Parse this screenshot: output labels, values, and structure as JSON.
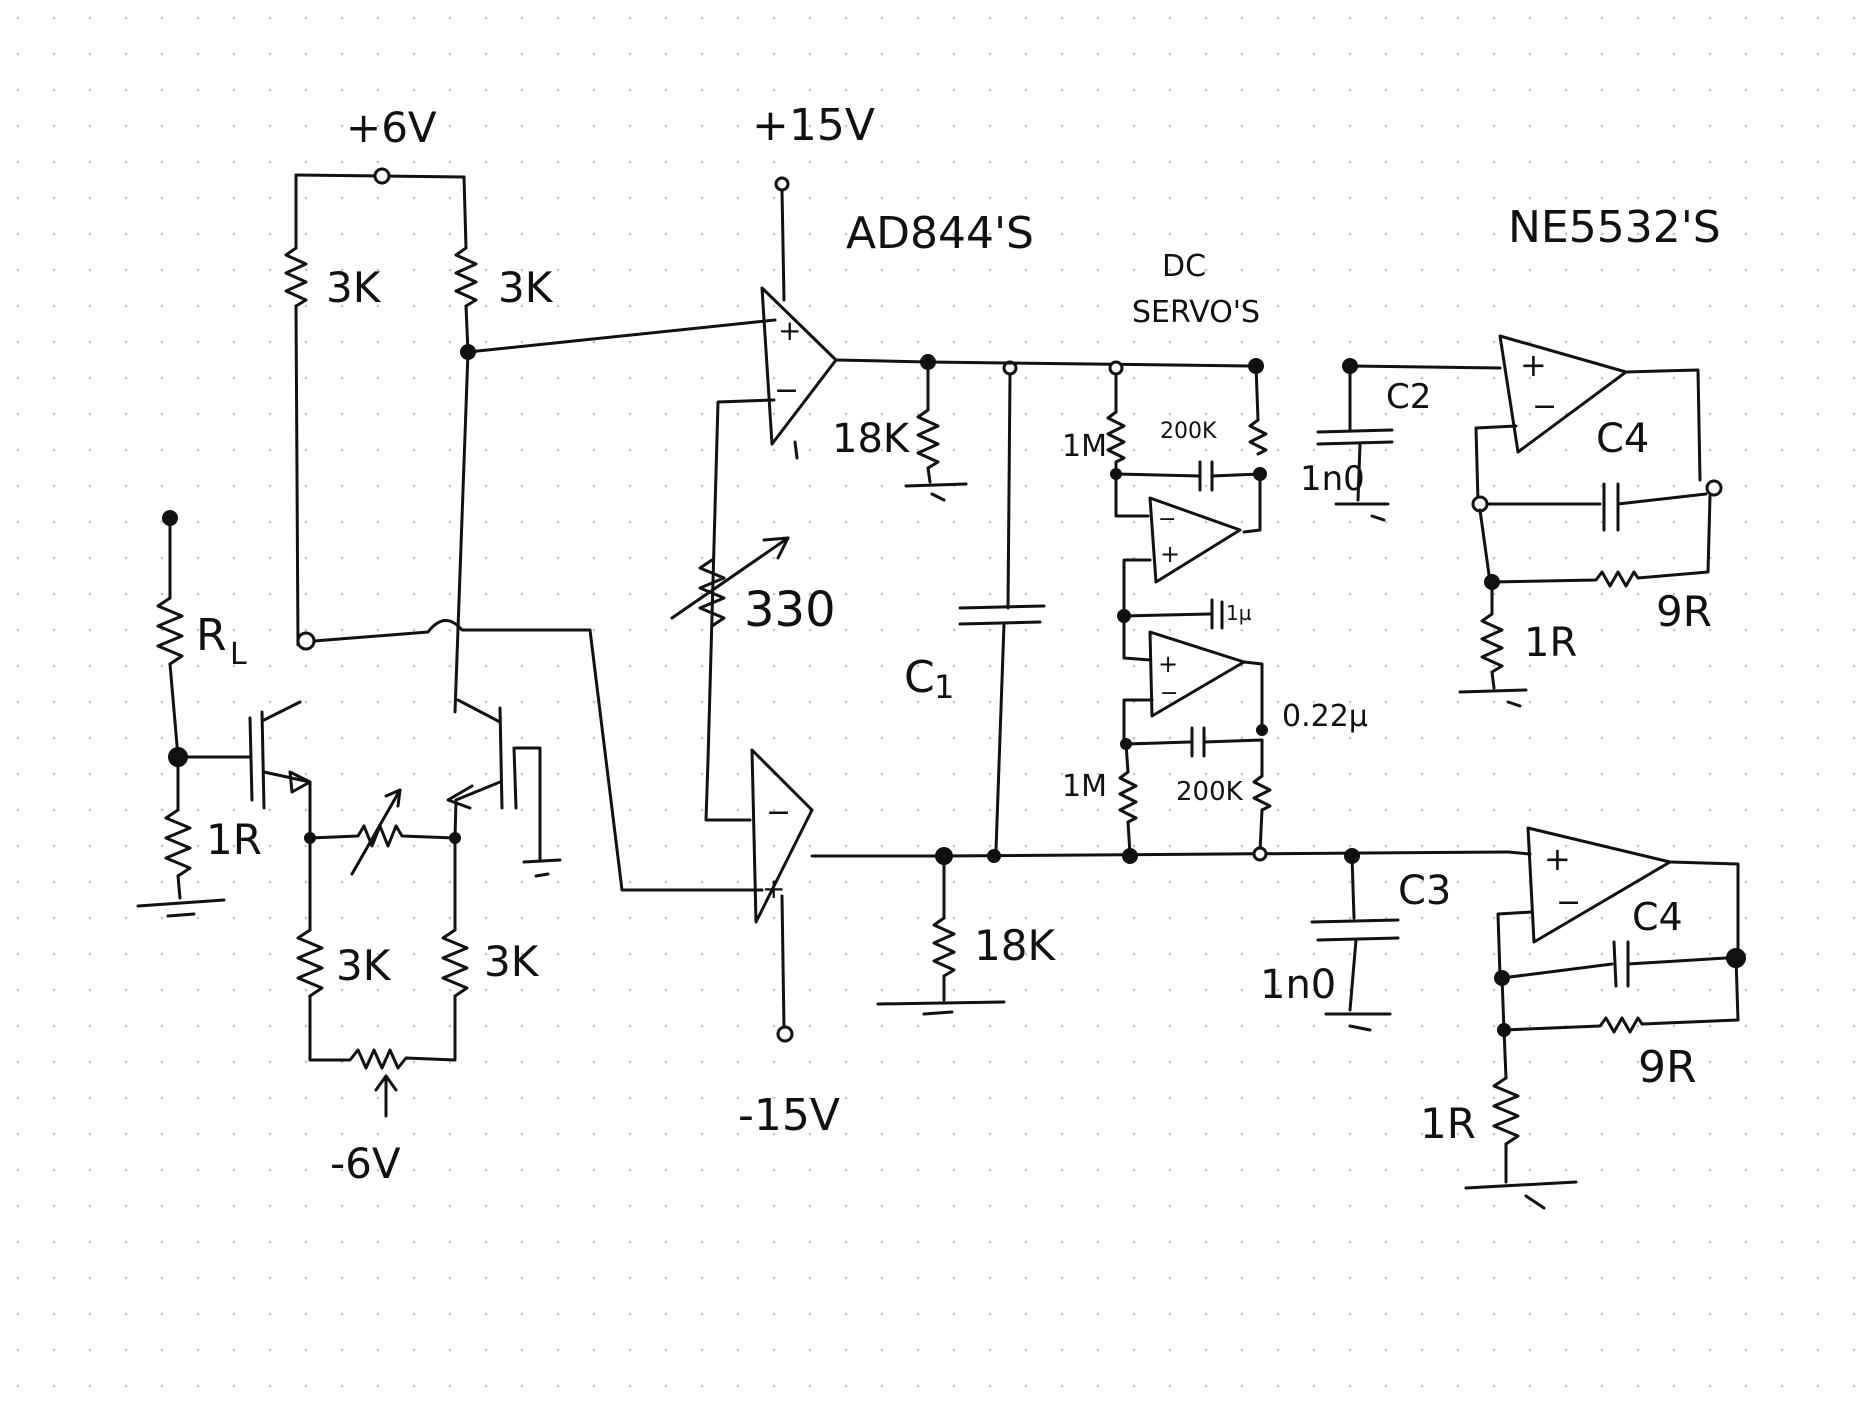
{
  "supplies": {
    "pos6": "+6V",
    "neg6": "-6V",
    "pos15": "+15V",
    "neg15": "-15V"
  },
  "headings": {
    "amp_group": "AD844'S",
    "servo_line1": "DC",
    "servo_line2": "SERVO'S",
    "out_group": "NE5532'S"
  },
  "input_stage": {
    "load_resistor": "R",
    "load_subscript": "L",
    "sense_resistor": "1R",
    "top_left_res": "3K",
    "top_right_res": "3K",
    "bottom_left_res": "3K",
    "bottom_right_res": "3K"
  },
  "amp_stage": {
    "gain_pot": "330",
    "top_load": "18K",
    "bottom_load": "18K",
    "bridge_cap": "C",
    "bridge_cap_sub": "1",
    "plus_sign": "+",
    "minus_sign": "−"
  },
  "servo": {
    "top_res": "1M",
    "top_fb_res": "200K",
    "center_cap": "1µ",
    "bottom_cap": "0.22µ",
    "bottom_res": "1M",
    "bottom_fb_res": "200K"
  },
  "output_stage": {
    "c2_label": "C2",
    "c2_value": "1n0",
    "c3_label": "C3",
    "c3_value": "1n0",
    "c4_top": "C4",
    "c4_bottom": "C4",
    "top_fb_res": "9R",
    "top_gnd_res": "1R",
    "bottom_fb_res": "9R",
    "bottom_gnd_res": "1R"
  }
}
